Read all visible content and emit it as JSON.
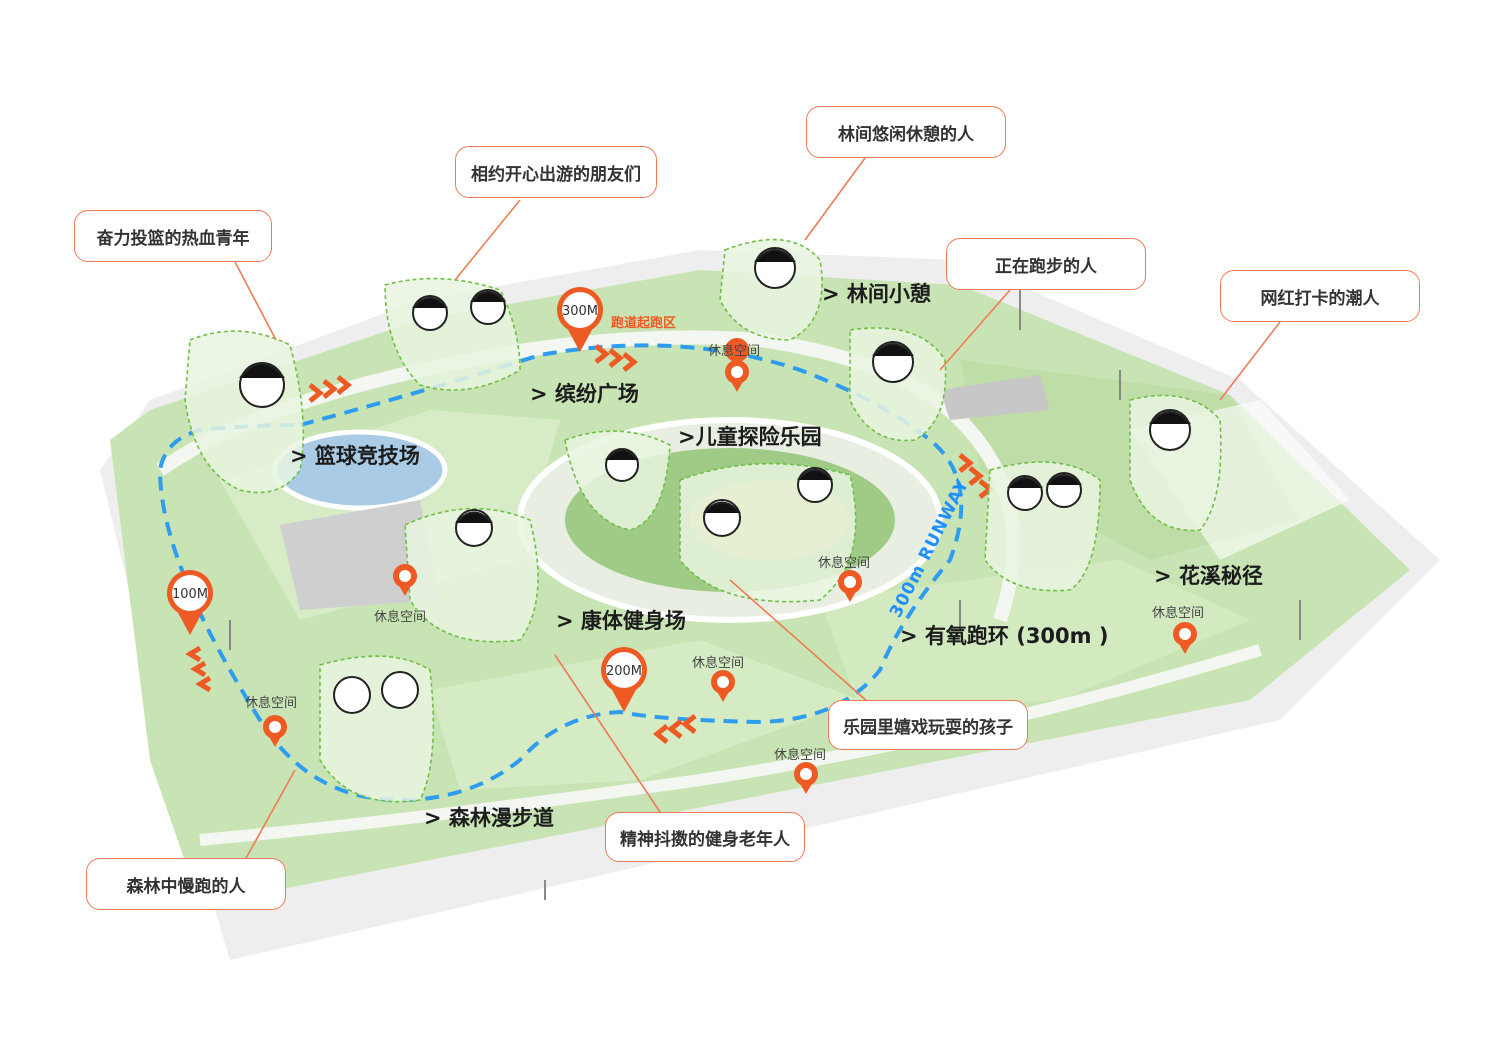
{
  "callouts": {
    "basketball": "奋力投篮的热血青年",
    "friends": "相约开心出游的朋友们",
    "resting": "林间悠闲休憩的人",
    "jogging": "正在跑步的人",
    "influencer": "网红打卡的潮人",
    "children": "乐园里嬉戏玩耍的孩子",
    "elderly": "精神抖擞的健身老年人",
    "forest_runner": "森林中慢跑的人"
  },
  "zones": {
    "basketball_court": "> 篮球竞技场",
    "plaza": "> 缤纷广场",
    "forest_rest": "> 林间小憩",
    "kids_park": ">儿童探险乐园",
    "fitness": ">  康体健身场",
    "running_loop": "> 有氧跑环 (300m )",
    "flower_path": "> 花溪秘径",
    "forest_walk": ">  森林漫步道"
  },
  "rest_label": "休息空间",
  "markers": {
    "m100": "100M",
    "m200": "200M",
    "m300": "300M"
  },
  "start_label": "跑道起跑区",
  "runway_label": "300m RUNWAY",
  "colors": {
    "accent": "#ee5a24",
    "path": "#1e90ff",
    "grass": "#c9e4b4",
    "callout_border": "#ef7b55"
  }
}
